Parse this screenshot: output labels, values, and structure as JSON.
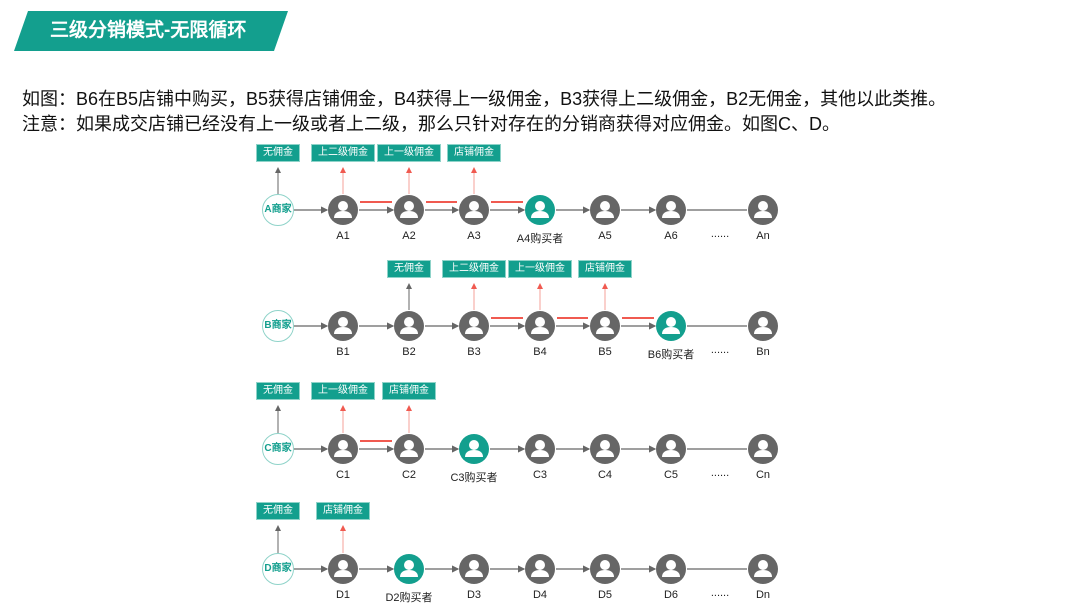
{
  "title": "三级分销模式-无限循环",
  "description": [
    "如图：B6在B5店铺中购买，B5获得店铺佣金，B4获得上一级佣金，B3获得上二级佣金，B2无佣金，其他以此类推。",
    "注意：如果成交店铺已经没有上一级或者上二级，那么只针对存在的分销商获得对应佣金。如图C、D。"
  ],
  "colors": {
    "accent": "#139f8e",
    "node": "#666666",
    "commission_arrow": "#f05a50"
  },
  "rows": [
    {
      "merchant": "A商家",
      "nodes": [
        "A1",
        "A2",
        "A3",
        "A4购买者",
        "A5",
        "A6",
        "......",
        "An"
      ],
      "buyer": 4,
      "tags": [
        {
          "col": 0,
          "text": "无佣金"
        },
        {
          "col": 1,
          "text": "上二级佣金"
        },
        {
          "col": 2,
          "text": "上一级佣金"
        },
        {
          "col": 3,
          "text": "店铺佣金"
        }
      ],
      "red": [
        [
          4,
          3
        ],
        [
          3,
          2
        ],
        [
          2,
          1
        ]
      ]
    },
    {
      "merchant": "B商家",
      "nodes": [
        "B1",
        "B2",
        "B3",
        "B4",
        "B5",
        "B6购买者",
        "......",
        "Bn"
      ],
      "buyer": 6,
      "tags": [
        {
          "col": 2,
          "text": "无佣金"
        },
        {
          "col": 3,
          "text": "上二级佣金"
        },
        {
          "col": 4,
          "text": "上一级佣金"
        },
        {
          "col": 5,
          "text": "店铺佣金"
        }
      ],
      "red": [
        [
          6,
          5
        ],
        [
          5,
          4
        ],
        [
          4,
          3
        ]
      ]
    },
    {
      "merchant": "C商家",
      "nodes": [
        "C1",
        "C2",
        "C3购买者",
        "C3",
        "C4",
        "C5",
        "......",
        "Cn"
      ],
      "buyer": 3,
      "tags": [
        {
          "col": 0,
          "text": "无佣金"
        },
        {
          "col": 1,
          "text": "上一级佣金"
        },
        {
          "col": 2,
          "text": "店铺佣金"
        }
      ],
      "red": [
        [
          2,
          1
        ]
      ]
    },
    {
      "merchant": "D商家",
      "nodes": [
        "D1",
        "D2购买者",
        "D3",
        "D4",
        "D5",
        "D6",
        "......",
        "Dn"
      ],
      "buyer": 2,
      "tags": [
        {
          "col": 0,
          "text": "无佣金"
        },
        {
          "col": 1,
          "text": "店铺佣金"
        }
      ],
      "red": []
    }
  ]
}
